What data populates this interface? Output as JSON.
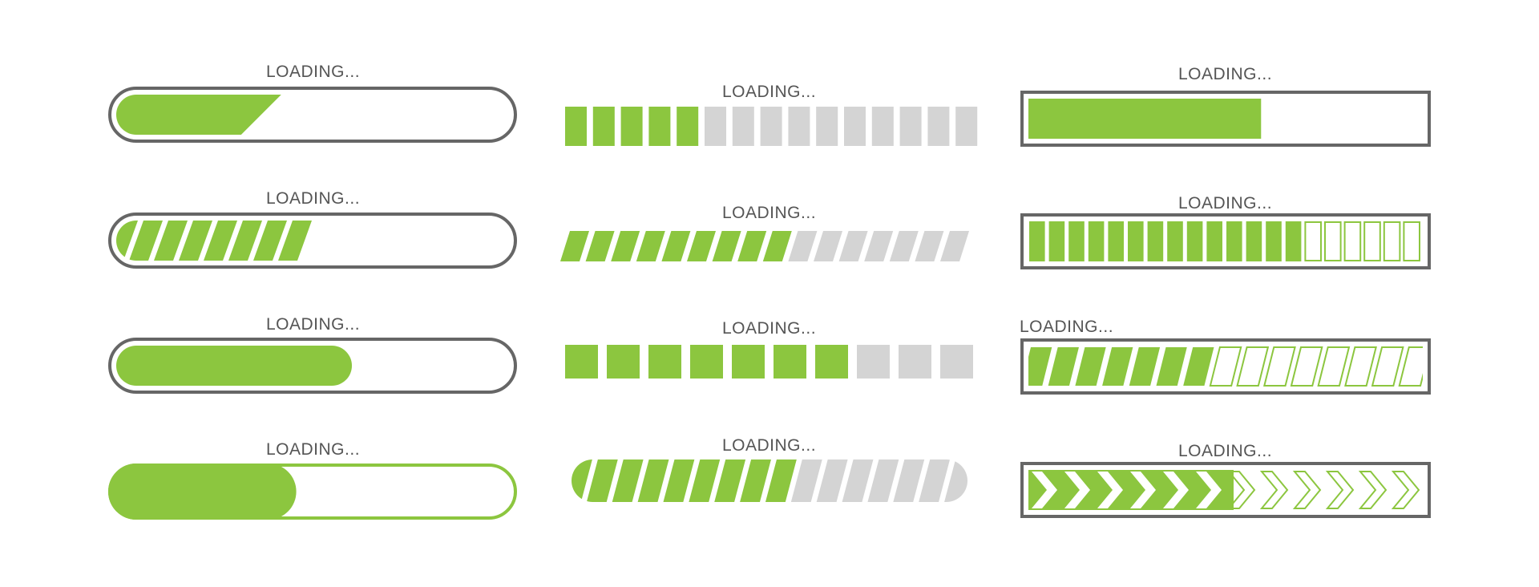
{
  "label": "LOADING...",
  "colors": {
    "fill": "#8cc63f",
    "empty": "#d4d4d4",
    "frame": "#666666",
    "text": "#555555",
    "background": "#ffffff"
  },
  "bars": [
    {
      "name": "loader-rounded-slanted",
      "style": "rounded-frame-slanted-fill",
      "progress": 0.42
    },
    {
      "name": "loader-rounded-stripes",
      "style": "rounded-frame-stripes",
      "progress": 0.5
    },
    {
      "name": "loader-rounded-pill",
      "style": "rounded-frame-pill-fill",
      "progress": 0.6
    },
    {
      "name": "loader-green-pill",
      "style": "green-frame-pill-fill",
      "progress": 0.46
    },
    {
      "name": "loader-square-segments",
      "style": "segments",
      "segments": 15,
      "filled": 5
    },
    {
      "name": "loader-slanted-segments",
      "style": "slanted-segments",
      "segments": 16,
      "filled": 9
    },
    {
      "name": "loader-block-segments",
      "style": "block-segments",
      "segments": 10,
      "filled": 7
    },
    {
      "name": "loader-pill-stripes",
      "style": "pill-stripes",
      "segments": 16,
      "filled": 9
    },
    {
      "name": "loader-box-solid",
      "style": "box-solid-fill",
      "progress": 0.59
    },
    {
      "name": "loader-box-blocks",
      "style": "box-outline-blocks",
      "segments": 20,
      "filled": 14
    },
    {
      "name": "loader-box-slants",
      "style": "box-outline-slants",
      "segments": 15,
      "filled": 7
    },
    {
      "name": "loader-box-chevrons",
      "style": "box-outline-chevrons",
      "segments": 12,
      "filled": 6
    }
  ]
}
